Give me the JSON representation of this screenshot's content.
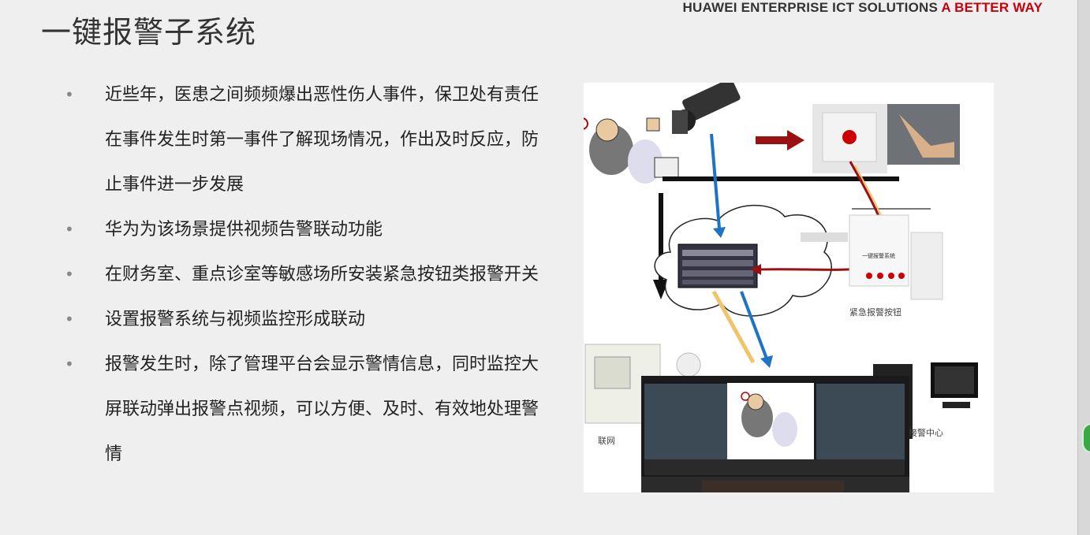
{
  "slide": {
    "title": "一键报警子系统",
    "brand": {
      "main": "HUAWEI ENTERPRISE ICT SOLUTIONS",
      "accent": "A BETTER WAY",
      "accent_color": "#c7000b"
    },
    "bullets": [
      "近些年，医患之间频频爆出恶性伤人事件，保卫处有责任在事件发生时第一事件了解现场情况，作出及时反应，防止事件进一步发展",
      "华为为该场景提供视频告警联动功能",
      "在财务室、重点诊室等敏感场所安装紧急按钮类报警开关",
      "设置报警系统与视频监控形成联动",
      "报警发生时，除了管理平台会显示警情信息，同时监控大屏联动弹出报警点视频，可以方便、及时、有效地处理警情"
    ],
    "diagram": {
      "labels": {
        "panel": "一键报警系统",
        "button": "紧急报警按钮",
        "center": "接警中心",
        "left": "联网"
      }
    }
  }
}
